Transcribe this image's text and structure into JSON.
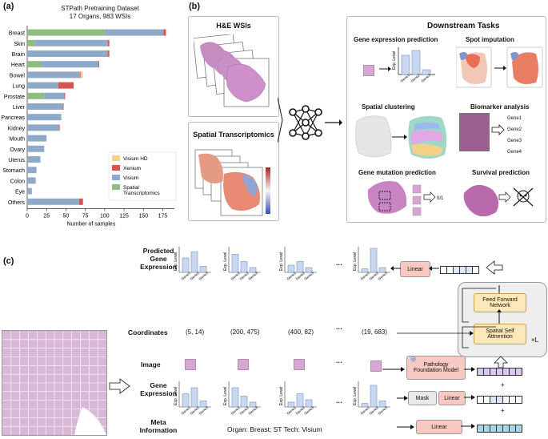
{
  "panel_a": {
    "label": "(a)",
    "title": "STPath Pretraining Dataset",
    "subtitle": "17 Organs, 983 WSIs",
    "chart_data": {
      "type": "bar",
      "orientation": "horizontal",
      "stacked": true,
      "title": "STPath Pretraining Dataset",
      "subtitle": "17 Organs, 983 WSIs",
      "xlabel": "Number of samples",
      "xlim": [
        0,
        190
      ],
      "xticks": [
        0,
        25,
        50,
        75,
        100,
        125,
        150,
        175
      ],
      "categories": [
        "Breast",
        "Skin",
        "Brain",
        "Heart",
        "Bowel",
        "Lung",
        "Prostate",
        "Liver",
        "Pancreas",
        "Kidney",
        "Mouth",
        "Ovary",
        "Uterus",
        "Stomach",
        "Colon",
        "Eye",
        "Others"
      ],
      "series": [
        {
          "name": "Spatial Transcriptomics",
          "color": "#8fbc7f",
          "values": [
            100,
            10,
            0,
            18,
            0,
            0,
            22,
            0,
            0,
            0,
            0,
            0,
            0,
            0,
            0,
            0,
            0
          ]
        },
        {
          "name": "Visium",
          "color": "#8fa9c9",
          "values": [
            76,
            94,
            104,
            74,
            68,
            40,
            26,
            46,
            44,
            41,
            25,
            22,
            17,
            12,
            11,
            6,
            67
          ]
        },
        {
          "name": "Xenium",
          "color": "#d9534f",
          "values": [
            3,
            2,
            2,
            1,
            1,
            20,
            1,
            1,
            0,
            1,
            0,
            0,
            0,
            0,
            0,
            0,
            5
          ]
        },
        {
          "name": "Visium HD",
          "color": "#ecd48d",
          "values": [
            1,
            0,
            0,
            0,
            3,
            0,
            0,
            0,
            0,
            0,
            0,
            0,
            0,
            0,
            0,
            0,
            0
          ]
        }
      ],
      "legend_order": [
        "Visium HD",
        "Xenium",
        "Visium",
        "Spatial\nTranscriptomics"
      ],
      "legend_position": "bottom-right",
      "grid": false
    }
  },
  "panel_b": {
    "label": "(b)",
    "he_title": "H&E WSIs",
    "st_title": "Spatial Transcriptomics",
    "downstream_title": "Downstream Tasks",
    "tasks": {
      "gene_expr": "Gene expression prediction",
      "spot_imp": "Spot imputation",
      "spatial_clust": "Spatial clustering",
      "biomarker": "Biomarker analysis",
      "mutation": "Gene mutation prediction",
      "survival": "Survival prediction"
    },
    "exp_level": "Exp. Level",
    "genes3": [
      "Gene1",
      "Gene2",
      "Gene3"
    ],
    "genes4": [
      "Gene1",
      "Gene2",
      "Gene3",
      "Gene4"
    ],
    "mutation_output": "0/1"
  },
  "panel_c": {
    "label": "(c)",
    "predicted_label": "Predicted\nGene\nExpression",
    "coordinates_label": "Coordinates",
    "image_label": "Image",
    "gene_expr_label": "Gene\nExpression",
    "meta_label": "Meta\nInformation",
    "coordinates": [
      "(5, 14)",
      "(200, 475)",
      "(400, 82)",
      "(19, 683)"
    ],
    "ellipsis": "···",
    "exp_level": "Exp. Level",
    "genes": [
      "Gene1",
      "Gene2",
      "Gene3"
    ],
    "meta_text": "Organ: Breast; ST Tech: Visium",
    "linear": "Linear",
    "mask": "Mask",
    "pfm": "Pathology\nFoundation Model",
    "ffn": "Feed Forward\nNetwork",
    "ssa": "Spatial Self\nAttnention",
    "times_l": "×L",
    "plus": "+",
    "snowflake": "❄"
  }
}
